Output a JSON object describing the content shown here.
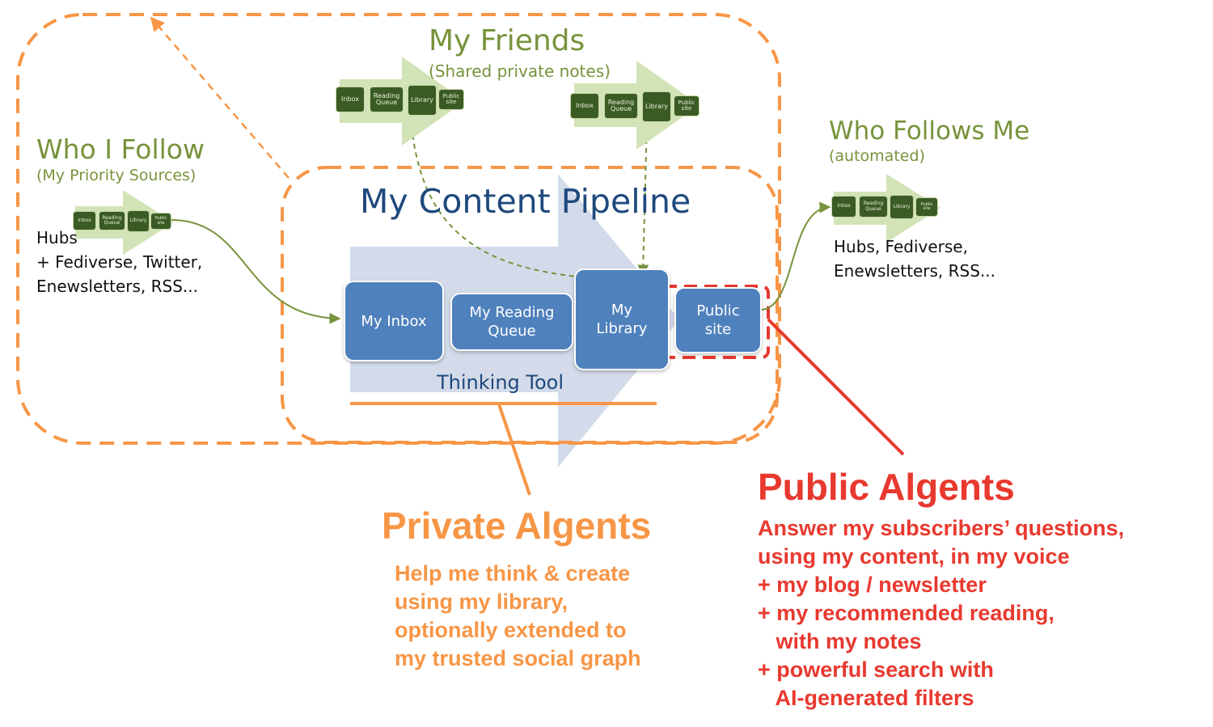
{
  "colors": {
    "orange": "#F79646",
    "red": "#E8392F",
    "green": "#77933C",
    "blue_box": "#4F81BD",
    "pipeline_title": "#1F497D",
    "big_arrow": "#D3DBEA"
  },
  "friends": {
    "title": "My Friends",
    "subtitle": "(Shared private notes)"
  },
  "who_i_follow": {
    "title": "Who I Follow",
    "subtitle": "(My Priority Sources)",
    "lines": [
      "Hubs",
      "+ Fediverse, Twitter,",
      "Enewsletters, RSS..."
    ]
  },
  "who_follows_me": {
    "title": "Who Follows Me",
    "subtitle": "(automated)",
    "lines": [
      "Hubs, Fediverse,",
      "Enewsletters, RSS..."
    ]
  },
  "mini_pipeline_labels": {
    "inbox": "Inbox",
    "reading_queue": "Reading\nQueue",
    "library": "Library",
    "public_site": "Public\nsite"
  },
  "pipeline": {
    "title": "My Content Pipeline",
    "boxes": {
      "inbox": "My Inbox",
      "reading_queue": "My Reading\nQueue",
      "library": "My\nLibrary",
      "public_site": "Public\nsite"
    },
    "thinking_tool": "Thinking Tool"
  },
  "private_algents": {
    "title": "Private Algents",
    "lines": [
      "Help me think & create",
      "using my library,",
      "optionally extended to",
      "my trusted social graph"
    ]
  },
  "public_algents": {
    "title": "Public Algents",
    "lines": [
      "Answer my subscribers’ questions,",
      "using my content, in my voice",
      "+ my blog / newsletter",
      "+ my recommended reading,",
      "   with my notes",
      "+ powerful search with",
      "   AI-generated filters"
    ]
  }
}
